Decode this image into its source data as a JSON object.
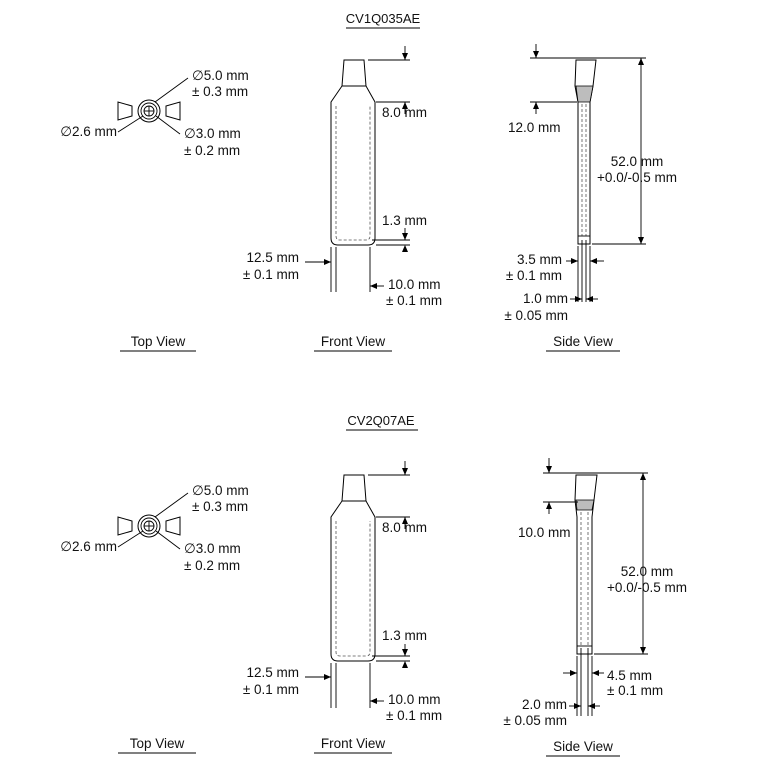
{
  "products": [
    {
      "part_number": "CV1Q035AE",
      "views": {
        "top": "Top View",
        "front": "Front View",
        "side": "Side View"
      },
      "top_view": {
        "outer_diameter": "∅5.0 mm",
        "outer_tolerance": "± 0.3 mm",
        "inner_left_diameter": "∅2.6 mm",
        "inner_diameter": "∅3.0 mm",
        "inner_tolerance": "± 0.2 mm"
      },
      "front_view": {
        "neck_length": "8.0 mm",
        "bottom_thickness": "1.3 mm",
        "outer_width": "12.5 mm",
        "outer_width_tolerance": "± 0.1 mm",
        "inner_width": "10.0 mm",
        "inner_width_tolerance": "± 0.1 mm"
      },
      "side_view": {
        "neck_length": "12.0 mm",
        "total_height": "52.0 mm",
        "height_tolerance": "+0.0/-0.5 mm",
        "outer_depth": "3.5 mm",
        "outer_depth_tolerance": "± 0.1 mm",
        "path_length": "1.0 mm",
        "path_length_tolerance": "± 0.05 mm"
      }
    },
    {
      "part_number": "CV2Q07AE",
      "views": {
        "top": "Top View",
        "front": "Front View",
        "side": "Side View"
      },
      "top_view": {
        "outer_diameter": "∅5.0 mm",
        "outer_tolerance": "± 0.3 mm",
        "inner_left_diameter": "∅2.6 mm",
        "inner_diameter": "∅3.0 mm",
        "inner_tolerance": "± 0.2 mm"
      },
      "front_view": {
        "neck_length": "8.0 mm",
        "bottom_thickness": "1.3 mm",
        "outer_width": "12.5 mm",
        "outer_width_tolerance": "± 0.1 mm",
        "inner_width": "10.0 mm",
        "inner_width_tolerance": "± 0.1 mm"
      },
      "side_view": {
        "neck_length": "10.0 mm",
        "total_height": "52.0 mm",
        "height_tolerance": "+0.0/-0.5 mm",
        "outer_depth": "4.5 mm",
        "outer_depth_tolerance": "± 0.1 mm",
        "path_length": "2.0 mm",
        "path_length_tolerance": "± 0.05 mm"
      }
    }
  ]
}
